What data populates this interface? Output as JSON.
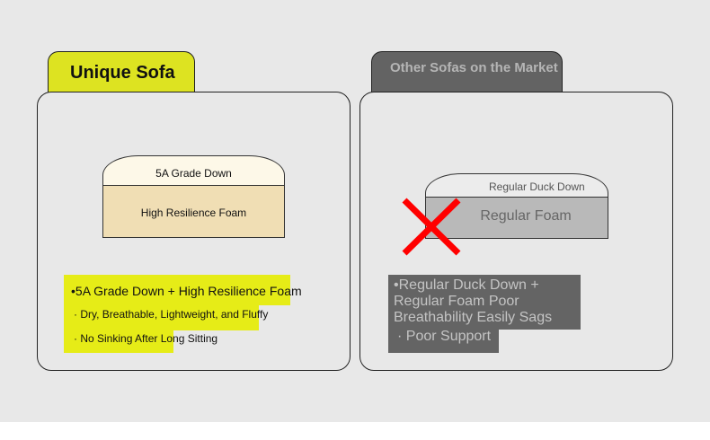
{
  "left": {
    "tab": "Unique Sofa",
    "top_layer": "5A Grade Down",
    "base_layer": "High Resilience Foam",
    "headline": "5A Grade Down + High Resilience Foam",
    "points": [
      "· Dry, Breathable, Lightweight, and Fluffy",
      "· No Sinking After Long Sitting"
    ]
  },
  "right": {
    "tab": "Other Sofas on the Market",
    "top_layer": "Regular Duck Down",
    "base_layer": "Regular Foam",
    "headline": "Regular Duck Down + Regular Foam Poor Breathability Easily Sags",
    "points": [
      "· Poor Support"
    ]
  },
  "colors": {
    "accent": "#dde321",
    "dark": "#636363",
    "cross": "#ff0000"
  }
}
